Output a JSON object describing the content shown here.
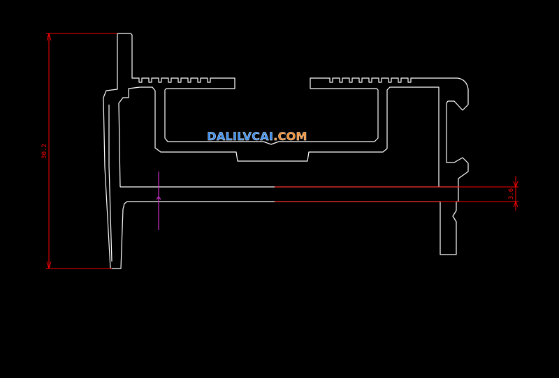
{
  "drawing": {
    "background": "#000000",
    "profile_color": "#ffffff",
    "dimension_color": "#ff0000",
    "marker_color": "#cc33cc",
    "arrow_color": "#ff3333"
  },
  "dimensions": {
    "overall_height": "30.2",
    "flange_thickness": "3.6"
  },
  "watermark": {
    "part1": "DALILVCAI",
    "part2": ".COM",
    "color1": "#3b8ff0",
    "color2": "#f08a2a"
  }
}
